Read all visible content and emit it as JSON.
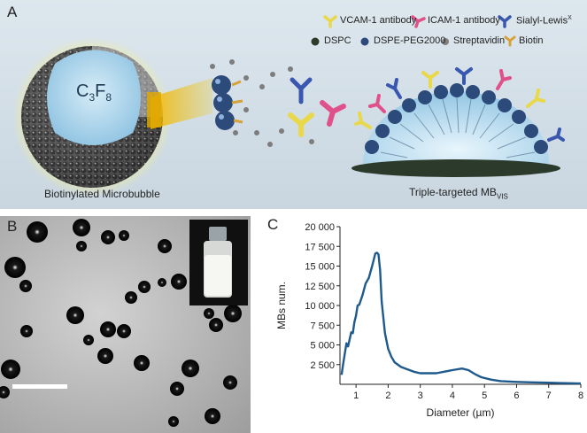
{
  "panel_a": {
    "label": "A",
    "legend": [
      {
        "icon": "vcam-antibody-icon",
        "text": "VCAM-1 antibody",
        "color": "#e8d84a"
      },
      {
        "icon": "icam-antibody-icon",
        "text": "ICAM-1 antibody",
        "color": "#e0508a"
      },
      {
        "icon": "sialyl-lewis-icon",
        "text": "Sialyl-Lewis",
        "sup": "X",
        "color": "#3a57b0"
      },
      {
        "icon": "dspc-dot-icon",
        "text": "DSPC",
        "color": "#2e3a2a"
      },
      {
        "icon": "dspe-peg-dot-icon",
        "text": "DSPE-PEG2000",
        "color": "#2c4a7a"
      },
      {
        "icon": "streptavidin-dot-icon",
        "text": "Streptavidin",
        "color": "#808080"
      },
      {
        "icon": "biotin-icon",
        "text": "Biotin",
        "color": "#d6a23a"
      }
    ],
    "core_label": "C3F8",
    "core_base": "C",
    "core_sub1": "3",
    "core_mid": "F",
    "core_sub2": "8",
    "caption_left": "Biotinylated Microbubble",
    "caption_right_base": "Triple-targeted MB",
    "caption_right_sub": "VIS"
  },
  "panel_b": {
    "label": "B"
  },
  "panel_c": {
    "label": "C",
    "chart_data": {
      "type": "line",
      "xlabel": "Diameter  (µm)",
      "ylabel": "MBs num.",
      "xlim": [
        0.5,
        8
      ],
      "ylim": [
        0,
        20000
      ],
      "xticks": [
        "1",
        "2",
        "3",
        "4",
        "5",
        "6",
        "7",
        "8"
      ],
      "yticks": [
        "2 500",
        "5 000",
        "7 500",
        "10 000",
        "12 500",
        "15 000",
        "17 500",
        "20 000"
      ],
      "color": "#1f5a8c",
      "x": [
        0.55,
        0.6,
        0.7,
        0.75,
        0.8,
        0.85,
        0.9,
        0.95,
        1.0,
        1.05,
        1.1,
        1.2,
        1.3,
        1.4,
        1.5,
        1.6,
        1.65,
        1.7,
        1.75,
        1.8,
        1.9,
        2.0,
        2.1,
        2.2,
        2.4,
        2.6,
        2.8,
        3.0,
        3.5,
        4.0,
        4.3,
        4.5,
        4.7,
        4.9,
        5.2,
        5.5,
        6.0,
        6.5,
        7.0,
        7.5,
        8.0
      ],
      "y": [
        1200,
        2600,
        5200,
        4800,
        5700,
        6600,
        6500,
        7900,
        8700,
        10000,
        10100,
        11300,
        12800,
        13500,
        15000,
        16600,
        16700,
        16500,
        14500,
        10500,
        6500,
        4500,
        3500,
        2800,
        2200,
        1900,
        1600,
        1400,
        1400,
        1800,
        2000,
        1800,
        1300,
        900,
        600,
        400,
        300,
        250,
        200,
        150,
        100
      ]
    }
  }
}
